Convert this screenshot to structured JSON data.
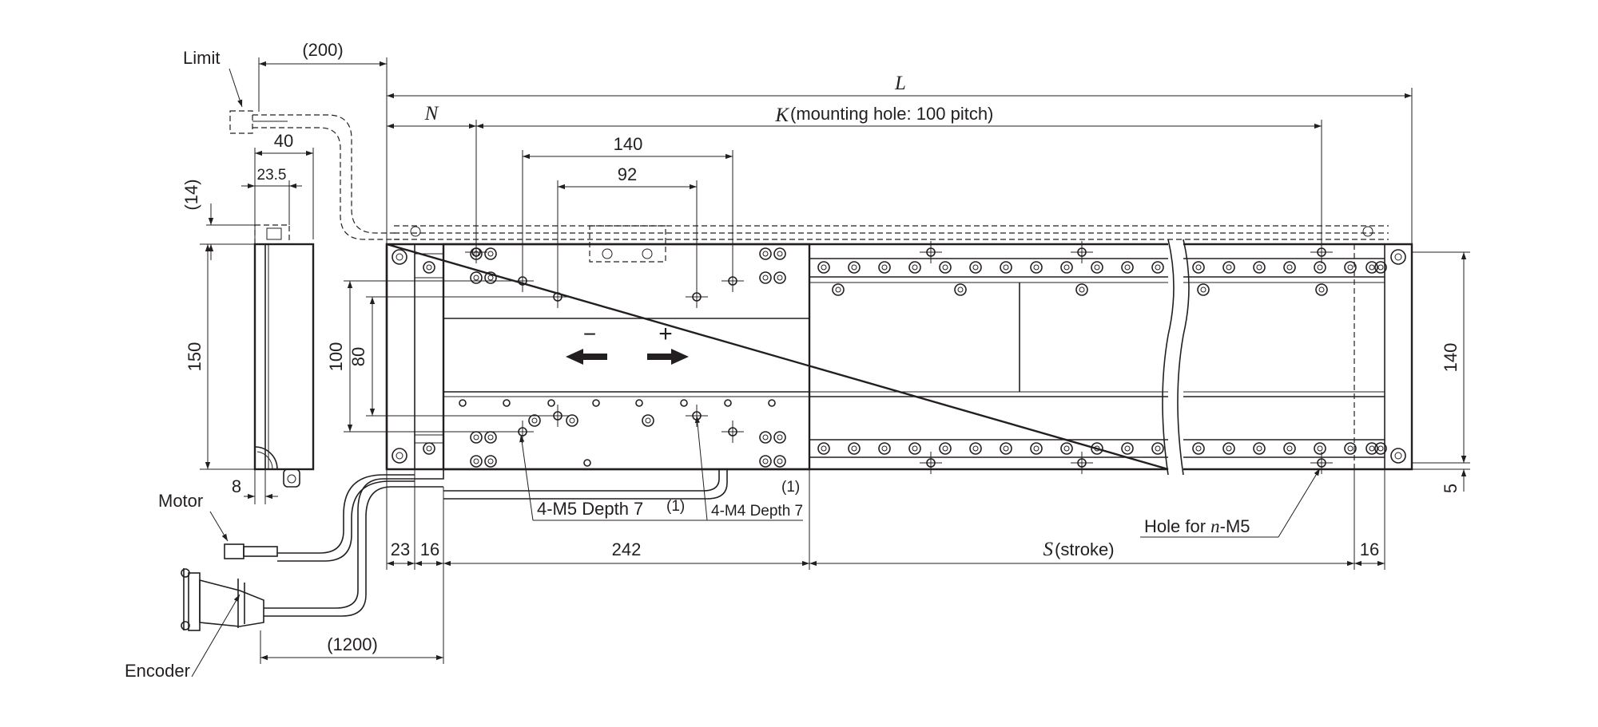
{
  "labels": {
    "limit": "Limit",
    "motor": "Motor",
    "encoder": "Encoder",
    "hole_for": "Hole for ",
    "hole_n": "n",
    "hole_m5": "-M5",
    "m5_depth": "4-M5 Depth 7",
    "m4_depth": "4-M4 Depth 7",
    "note_ref": "(1)",
    "minus": "−",
    "plus": "+"
  },
  "dimensions": {
    "cable_200": "(200)",
    "L_symbol": "L",
    "N_symbol": "N",
    "K_symbol": "K",
    "K_text": "(mounting hole: 100 pitch)",
    "d140_top": "140",
    "d92": "92",
    "d40": "40",
    "d23_5": "23.5",
    "d14": "(14)",
    "d150": "150",
    "d100": "100",
    "d80": "80",
    "d8": "8",
    "d23": "23",
    "d16_left": "16",
    "d242": "242",
    "S_symbol": "S",
    "S_text": "(stroke)",
    "d16_right": "16",
    "d140_right": "140",
    "d5": "5",
    "cable_1200": "(1200)"
  },
  "colors": {
    "line": "#231f20",
    "background": "#ffffff"
  }
}
